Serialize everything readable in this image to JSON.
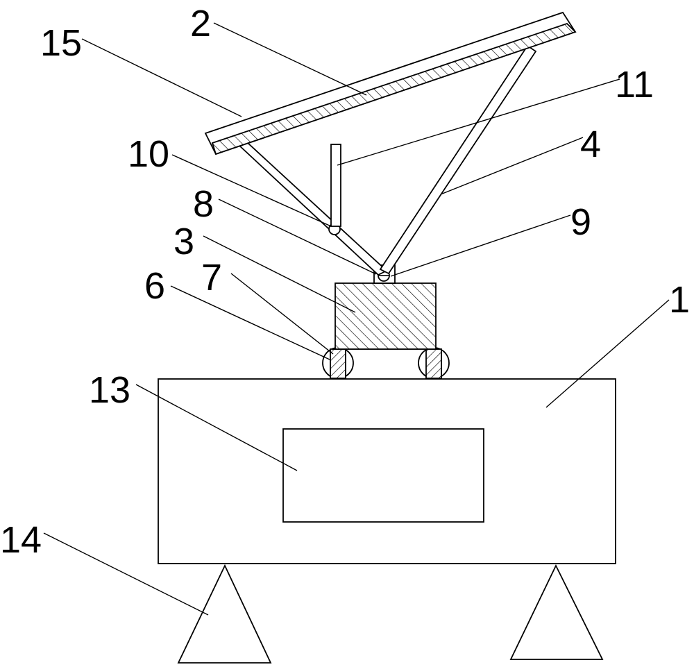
{
  "labels": {
    "l1": "1",
    "l2": "2",
    "l3": "3",
    "l4": "4",
    "l6": "6",
    "l7": "7",
    "l8": "8",
    "l9": "9",
    "l10": "10",
    "l11": "11",
    "l13": "13",
    "l14": "14",
    "l15": "15"
  },
  "colors": {
    "stroke": "#000000",
    "background": "#ffffff"
  }
}
